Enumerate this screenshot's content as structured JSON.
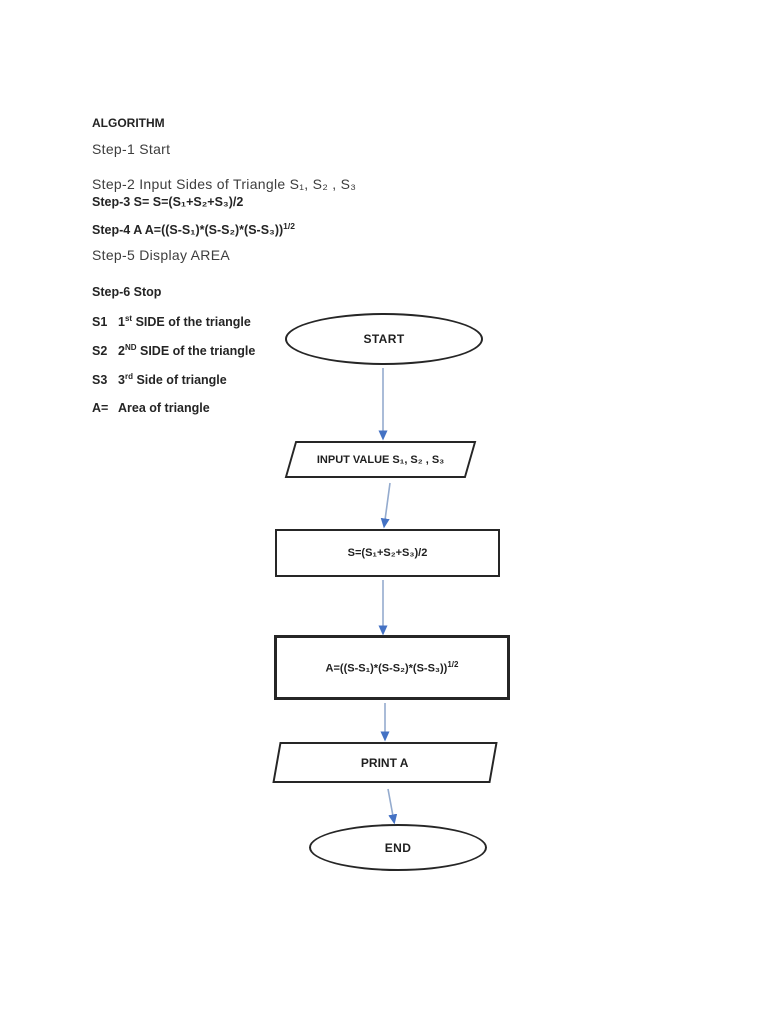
{
  "page": {
    "background": "#ffffff"
  },
  "document": {
    "heading": "ALGORITHM",
    "steps": {
      "s1": "Step-1 Start",
      "s2": "Step-2 Input Sides of Triangle S₁, S₂ , S₃",
      "s3": "Step-3 S= S=(S₁+S₂+S₃)/2",
      "s4_base": "Step-4 A A=((S-S₁)*(S-S₂)*(S-S₃))",
      "s4_sup": "1/2",
      "s5": "Step-5 Display AREA",
      "s6": "Step-6 Stop"
    },
    "legend": [
      {
        "var": "S1",
        "ord": "1",
        "ord_sup": "st",
        "rest": "SIDE of the triangle"
      },
      {
        "var": "S2",
        "ord": "2",
        "ord_sup": "ND",
        "rest": "SIDE of the triangle"
      },
      {
        "var": "S3",
        "ord": "3",
        "ord_sup": "rd",
        "rest": "Side of triangle"
      },
      {
        "var": "A=",
        "ord": "",
        "ord_sup": "",
        "rest": "Area of triangle"
      }
    ]
  },
  "flowchart": {
    "nodes": {
      "start": "START",
      "input": "INPUT VALUE S₁, S₂ , S₃",
      "process_semi_perimeter": "S=(S₁+S₂+S₃)/2",
      "process_area_base": "A=((S-S₁)*(S-S₂)*(S-S₃))",
      "process_area_sup": "1/2",
      "print": "PRINT A",
      "end": "END"
    },
    "arrow_line_color": "#94abce",
    "arrowhead_color": "#4472c4",
    "shape_border_color": "#262626"
  }
}
